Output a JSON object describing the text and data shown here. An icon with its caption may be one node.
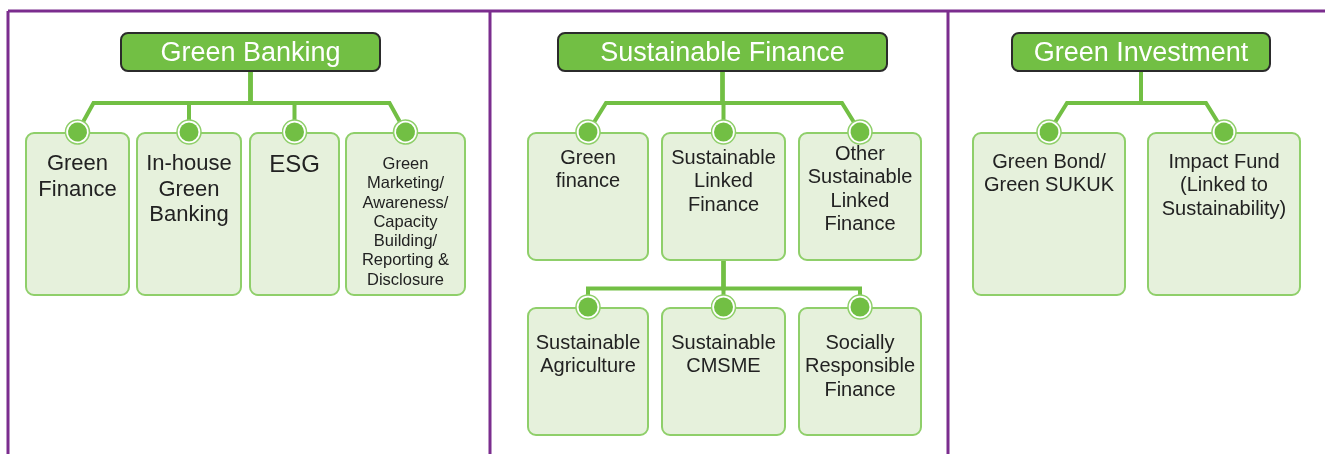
{
  "diagram": {
    "nodes": [
      {
        "text": [
          "Green Banking"
        ]
      },
      {
        "text": [
          "Green Finance"
        ]
      },
      {
        "text": [
          "In-house Green Banking"
        ]
      },
      {
        "text": [
          "ESG"
        ]
      },
      {
        "text": [
          "Green Marketing/ Awareness/ Capacity Building/ Reporting & Disclosure"
        ]
      },
      {
        "text": [
          "Sustainable Finance"
        ]
      },
      {
        "text": [
          "Green finance"
        ]
      },
      {
        "text": [
          "Sustainable Linked Finance"
        ]
      },
      {
        "text": [
          "Other Sustainable Linked Finance"
        ]
      },
      {
        "text": [
          "Sustainable Agriculture"
        ]
      },
      {
        "text": [
          "Sustainable CMSME"
        ]
      },
      {
        "text": [
          "Socially Responsible Finance"
        ]
      },
      {
        "text": [
          "Green Investment"
        ]
      },
      {
        "text": [
          "Green Bond/ Green SUKUK"
        ]
      },
      {
        "text": [
          "Impact Fund (Linked to Sustainability)"
        ]
      }
    ],
    "edges": [
      {
        "from": 0,
        "to": 1,
        "arrow": "other"
      },
      {
        "from": 0,
        "to": 2,
        "arrow": "other"
      },
      {
        "from": 0,
        "to": 3,
        "arrow": "other"
      },
      {
        "from": 0,
        "to": 4,
        "arrow": "other"
      },
      {
        "from": 5,
        "to": 6,
        "arrow": "other"
      },
      {
        "from": 5,
        "to": 7,
        "arrow": "other"
      },
      {
        "from": 5,
        "to": 8,
        "arrow": "other"
      },
      {
        "from": 7,
        "to": 9,
        "arrow": "other"
      },
      {
        "from": 7,
        "to": 10,
        "arrow": "other"
      },
      {
        "from": 7,
        "to": 11,
        "arrow": "other"
      },
      {
        "from": 12,
        "to": 13,
        "arrow": "other"
      },
      {
        "from": 12,
        "to": 14,
        "arrow": "other"
      }
    ]
  }
}
